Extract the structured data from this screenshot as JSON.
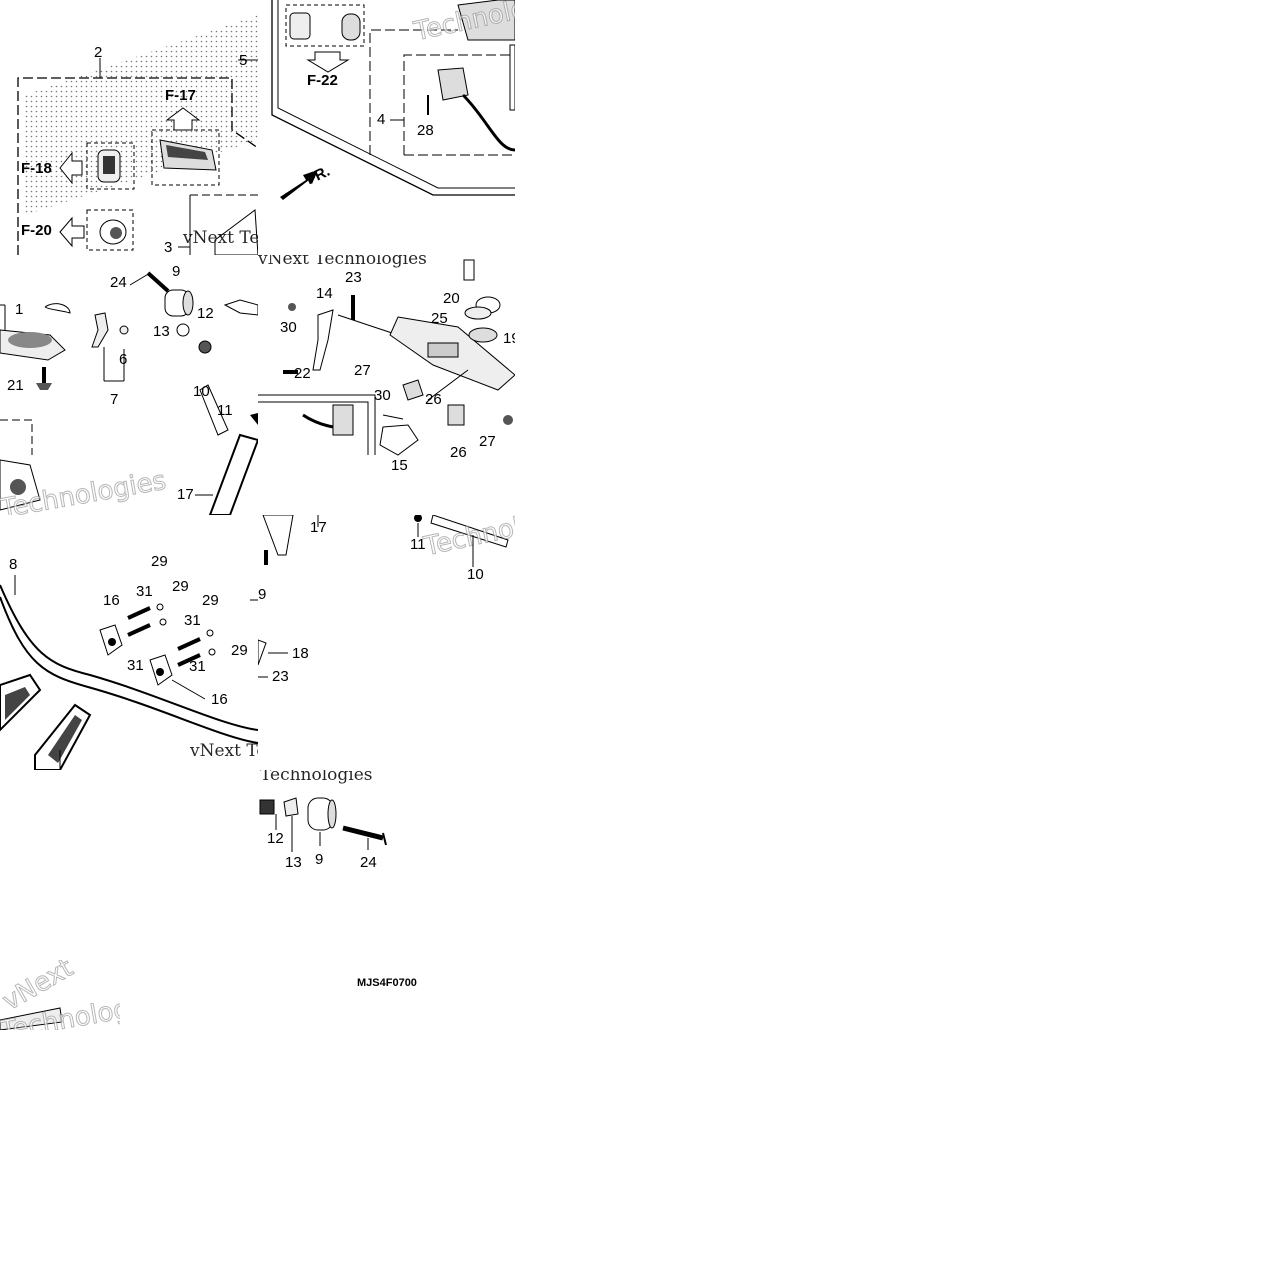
{
  "refs": {
    "f17": "F-17",
    "f18": "F-18",
    "f20": "F-20",
    "f22": "F-22",
    "fr": "FR."
  },
  "diagram_code": "MJS4F0700",
  "watermark": {
    "serif": "vNext Technologies",
    "outline": "Technologies",
    "outline_short": "vNext"
  },
  "tile_top_left": {
    "labels": [
      "2",
      "5",
      "3"
    ]
  },
  "tile_top_right": {
    "labels": [
      "4",
      "28"
    ]
  },
  "tile_mid_left": {
    "labels": [
      "1",
      "24",
      "9",
      "12",
      "13",
      "6",
      "21",
      "7",
      "10",
      "11",
      "17"
    ]
  },
  "tile_mid_right": {
    "labels": [
      "23",
      "14",
      "20",
      "25",
      "19",
      "30",
      "22",
      "27",
      "30",
      "26",
      "27",
      "15",
      "26"
    ]
  },
  "tile_lower_left": {
    "labels": [
      "8",
      "29",
      "31",
      "29",
      "16",
      "29",
      "31",
      "31",
      "29",
      "31",
      "16"
    ]
  },
  "tile_lower_right": {
    "labels": [
      "17",
      "11",
      "10",
      "9",
      "18",
      "23",
      "12",
      "13",
      "9",
      "24"
    ]
  }
}
